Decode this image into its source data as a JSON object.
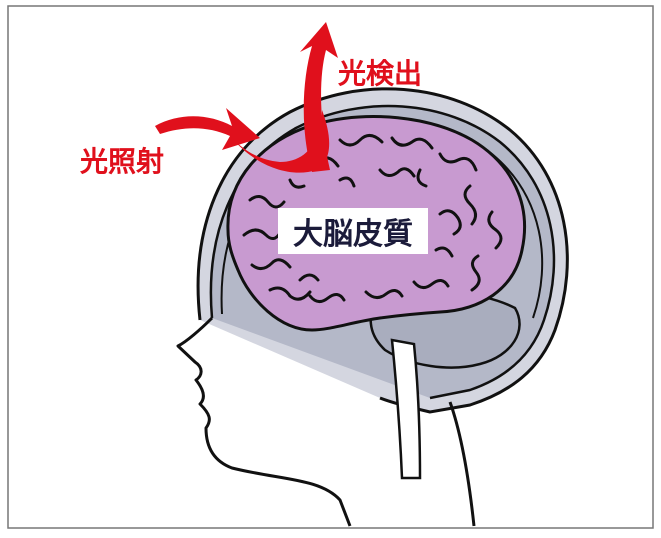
{
  "labels": {
    "light_irradiation": "光照射",
    "light_detection": "光検出",
    "cerebral_cortex": "大脳皮質"
  },
  "colors": {
    "arrow_red": "#e0101c",
    "brain_purple": "#c89ad0",
    "brain_gray": "#a9adbe",
    "skull_gray": "#b4b8c8",
    "outline": "#111111"
  }
}
